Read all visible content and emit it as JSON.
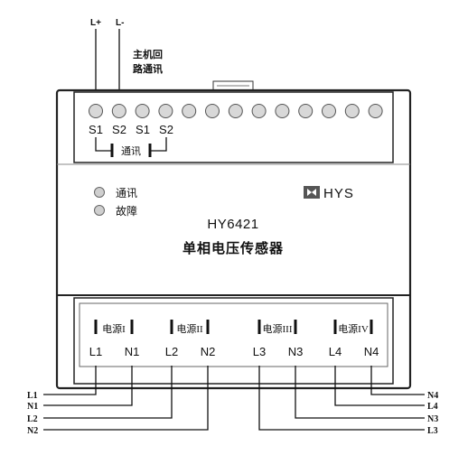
{
  "top_wires": {
    "labels": [
      "L+",
      "L-"
    ],
    "note_line1": "主机回",
    "note_line2": "路通讯"
  },
  "terminals_top": {
    "labels": [
      "S1",
      "S2",
      "S1",
      "S2"
    ],
    "group_label": "通讯",
    "count": 13
  },
  "indicators": [
    {
      "label": "通讯"
    },
    {
      "label": "故障"
    }
  ],
  "brand": "HYS",
  "brand_icon": "hys-logo-icon",
  "model": "HY6421",
  "product_name": "单相电压传感器",
  "power_groups": [
    {
      "label": "电源I",
      "terminals": [
        "L1",
        "N1"
      ]
    },
    {
      "label": "电源II",
      "terminals": [
        "L2",
        "N2"
      ]
    },
    {
      "label": "电源III",
      "terminals": [
        "L3",
        "N3"
      ]
    },
    {
      "label": "电源IV",
      "terminals": [
        "L4",
        "N4"
      ]
    }
  ],
  "left_wire_labels": [
    "L1",
    "N1",
    "L2",
    "N2"
  ],
  "right_wire_labels": [
    "N4",
    "L4",
    "N3",
    "L3"
  ]
}
